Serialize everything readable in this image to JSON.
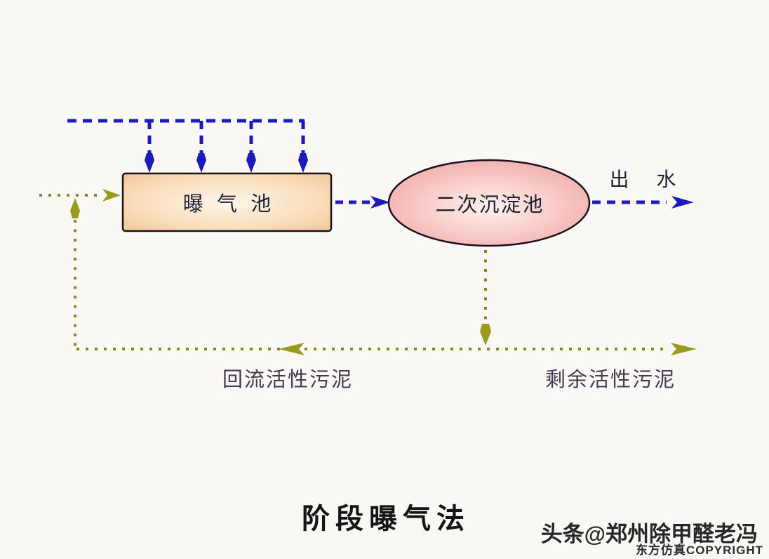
{
  "colors": {
    "background": "#faf8f5",
    "flow_blue": "#1b1bb8",
    "sludge_olive": "#8a8420",
    "sludge_arrow": "#9a9a1e",
    "tank_border": "#141414",
    "tank_edge": "#f2bd8a",
    "tank_mid": "#f9ddba",
    "tank_center": "#fdf6ea",
    "clarifier_border": "#1a1020",
    "clarifier_edge": "#ee9c9c",
    "clarifier_mid": "#f7c6c2",
    "clarifier_center": "#fdf2ee"
  },
  "diagram": {
    "nodes": {
      "aeration_tank": {
        "label": "曝 气 池"
      },
      "secondary_clarifier": {
        "label": "二次沉淀池"
      }
    },
    "labels": {
      "effluent": "出 水",
      "return_sludge": "回流活性污泥",
      "excess_sludge": "剩余活性污泥"
    },
    "title": "阶段曝气法"
  },
  "watermark": {
    "byline": "头条@郑州除甲醛老冯",
    "copyright": "东方仿真COPYRIGHT"
  }
}
